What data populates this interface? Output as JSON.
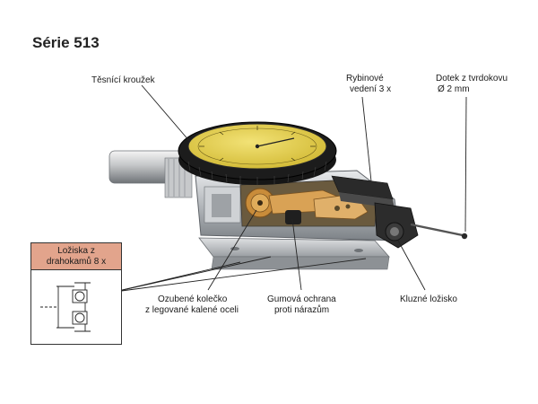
{
  "title": "Série 513",
  "labels": {
    "tesnici": "Těsnící kroužek",
    "rybinove_1": "Rybinové",
    "rybinove_2": "vedení 3 x",
    "dotek_1": "Dotek z tvrdokovu",
    "dotek_2": "Ø 2 mm",
    "loziska_1": "Ložiska z",
    "loziska_2": "drahokamů 8 x",
    "ozubene_1": "Ozubené kolečko",
    "ozubene_2": "z legované kalené oceli",
    "gumova_1": "Gumová ochrana",
    "gumova_2": "proti nárazům",
    "kluzne": "Kluzné ložisko"
  },
  "colors": {
    "dial_face": "#e6d24a",
    "dial_bezel": "#1c1c1c",
    "inset_header": "#e2a48c",
    "steel": "#b9bcc0",
    "gear_brass": "#c98c3a"
  }
}
